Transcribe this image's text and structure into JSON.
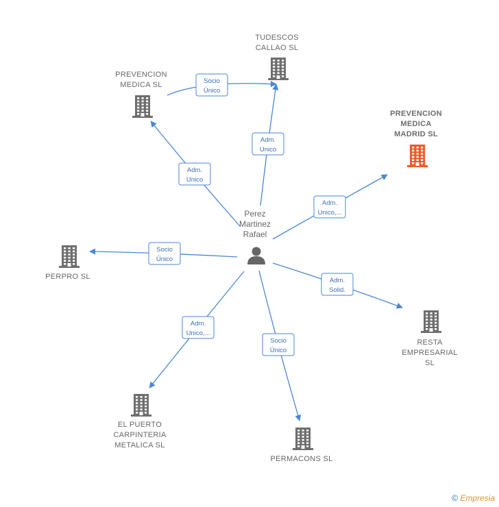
{
  "colors": {
    "edge": "#4a86d4",
    "company_icon": "#6e6e6e",
    "company_icon_highlight": "#f05a2a",
    "person_icon": "#666666"
  },
  "center": {
    "label": [
      "Perez",
      "Martinez",
      "Rafael"
    ],
    "icon": "person-icon"
  },
  "nodes": [
    {
      "id": "tudescos",
      "label": [
        "TUDESCOS",
        "CALLAO SL"
      ],
      "highlight": false,
      "icon": "building-icon"
    },
    {
      "id": "prevencion-medica",
      "label": [
        "PREVENCION",
        "MEDICA SL"
      ],
      "highlight": false,
      "icon": "building-icon"
    },
    {
      "id": "prevencion-madrid",
      "label": [
        "PREVENCION",
        "MEDICA",
        "MADRID  SL"
      ],
      "highlight": true,
      "icon": "building-icon"
    },
    {
      "id": "perpro",
      "label": [
        "PERPRO SL"
      ],
      "highlight": false,
      "icon": "building-icon"
    },
    {
      "id": "resta",
      "label": [
        "RESTA",
        "EMPRESARIAL",
        "SL"
      ],
      "highlight": false,
      "icon": "building-icon"
    },
    {
      "id": "el-puerto",
      "label": [
        "EL PUERTO",
        "CARPINTERIA",
        "METALICA  SL"
      ],
      "highlight": false,
      "icon": "building-icon"
    },
    {
      "id": "permacons",
      "label": [
        "PERMACONS SL"
      ],
      "highlight": false,
      "icon": "building-icon"
    }
  ],
  "edges": [
    {
      "from": "center",
      "to": "tudescos",
      "label": [
        "Adm.",
        "Unico"
      ]
    },
    {
      "from": "center",
      "to": "prevencion-medica",
      "label": [
        "Adm.",
        "Unico"
      ]
    },
    {
      "from": "prevencion-medica",
      "to": "tudescos",
      "label": [
        "Socio",
        "Único"
      ]
    },
    {
      "from": "center",
      "to": "prevencion-madrid",
      "label": [
        "Adm.",
        "Unico,..."
      ]
    },
    {
      "from": "center",
      "to": "perpro",
      "label": [
        "Socio",
        "Único"
      ]
    },
    {
      "from": "center",
      "to": "resta",
      "label": [
        "Adm.",
        "Solid."
      ]
    },
    {
      "from": "center",
      "to": "el-puerto",
      "label": [
        "Adm.",
        "Unico,..."
      ]
    },
    {
      "from": "center",
      "to": "permacons",
      "label": [
        "Socio",
        "Único"
      ]
    }
  ],
  "footer": {
    "copyright": "©",
    "brand": "Empresia"
  }
}
